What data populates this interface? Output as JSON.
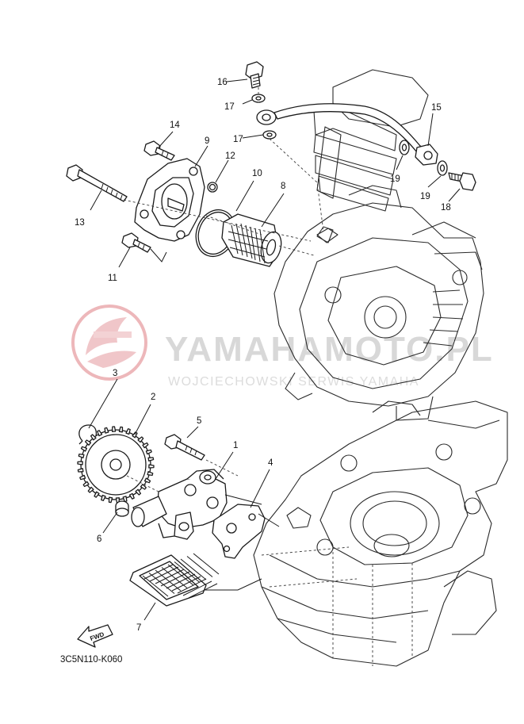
{
  "watermark": {
    "brand": "YAMAHAMOTO.PL",
    "tagline": "WOJCIECHOWSKI SERWIS YAMAHA",
    "logo_color": "#e8a0a4"
  },
  "diagram_code": "3C5N110-K060",
  "fwd_label": "FWD",
  "callouts": {
    "c1": "1",
    "c2": "2",
    "c3": "3",
    "c4": "4",
    "c5": "5",
    "c6": "6",
    "c7": "7",
    "c8": "8",
    "c9": "9",
    "c10": "10",
    "c11": "11",
    "c12": "12",
    "c13": "13",
    "c14": "14",
    "c15": "15",
    "c16": "16",
    "c17a": "17",
    "c17b": "17",
    "c18": "18",
    "c19a": "19",
    "c19b": "19"
  }
}
